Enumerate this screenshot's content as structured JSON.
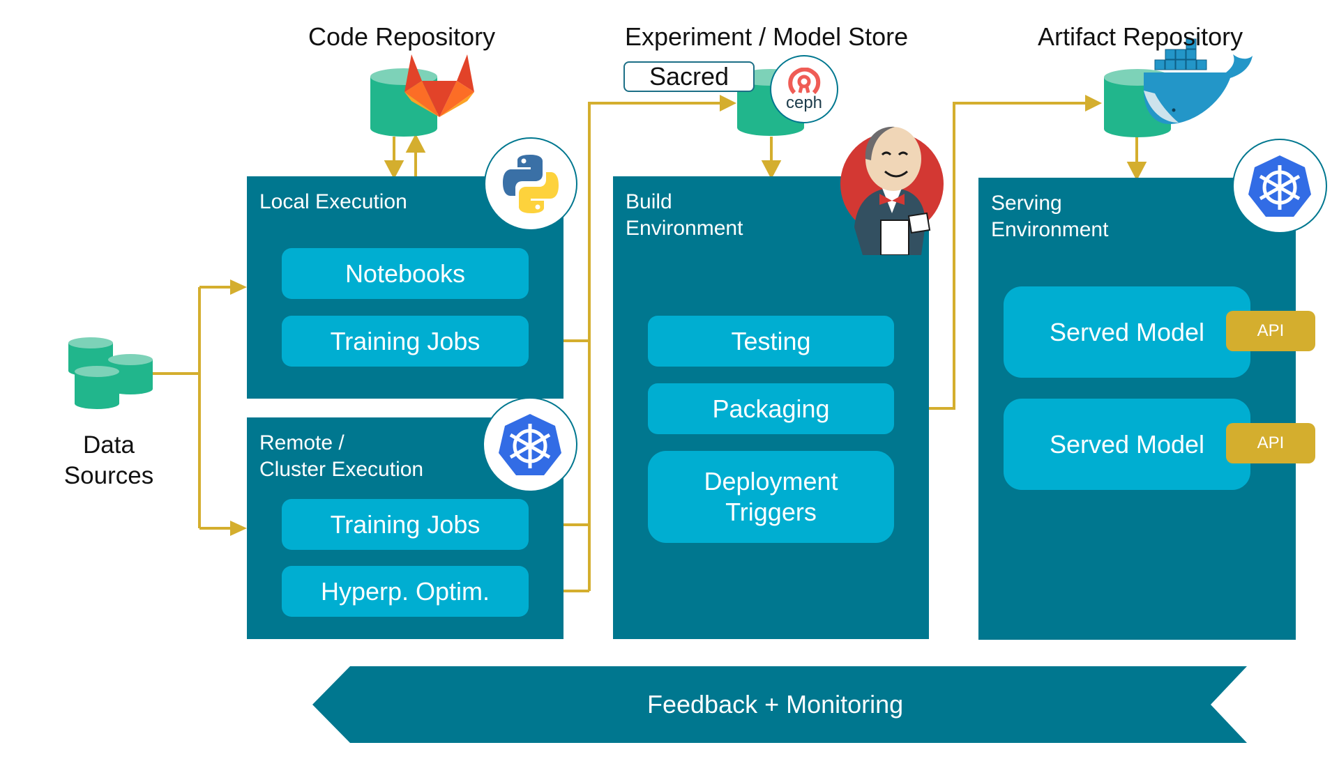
{
  "headings": {
    "code_repository": "Code Repository",
    "experiment_store": "Experiment / Model Store",
    "artifact_repository": "Artifact Repository"
  },
  "experiment_store": {
    "sacred_label": "Sacred",
    "ceph_label": "ceph"
  },
  "data_sources": {
    "label": "Data\nSources"
  },
  "local_execution": {
    "title": "Local Execution",
    "items": [
      "Notebooks",
      "Training Jobs"
    ]
  },
  "remote_execution": {
    "title": "Remote /\nCluster Execution",
    "items": [
      "Training Jobs",
      "Hyperp. Optim."
    ]
  },
  "build_environment": {
    "title": "Build\nEnvironment",
    "items": [
      "Testing",
      "Packaging",
      "Deployment\nTriggers"
    ]
  },
  "serving_environment": {
    "title": "Serving\nEnvironment",
    "models": [
      {
        "label": "Served Model",
        "api": "API"
      },
      {
        "label": "Served Model",
        "api": "API"
      }
    ],
    "ellipsis": "..."
  },
  "feedback": {
    "label": "Feedback + Monitoring"
  },
  "colors": {
    "panel": "#00778f",
    "pill": "#00aed1",
    "connector": "#d4ae2e",
    "database": "#21b68c",
    "database_top": "#7dd2b8",
    "api": "#d4ae2e"
  }
}
